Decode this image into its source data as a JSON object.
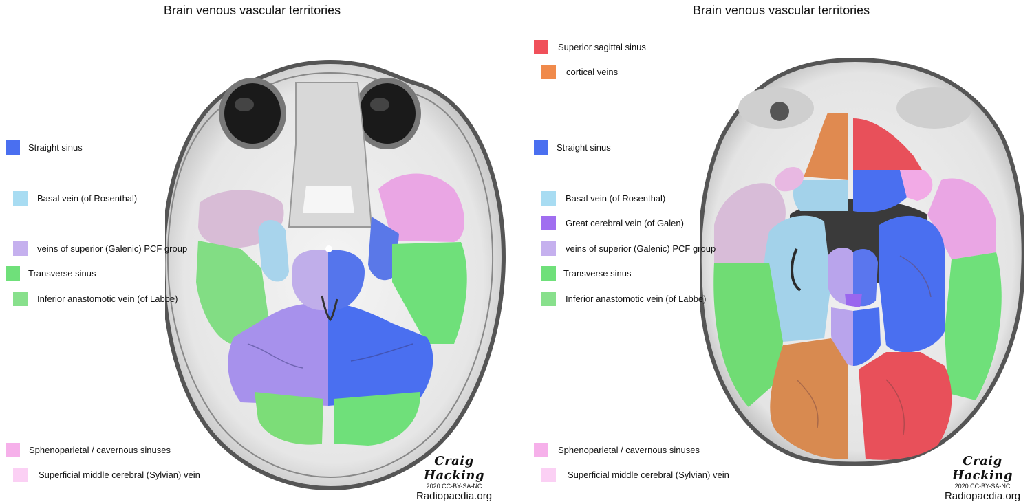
{
  "colors": {
    "superior_sagittal": "#f0505a",
    "cortical": "#f08a4b",
    "straight": "#4a6ff0",
    "basal": "#a8dcf2",
    "galen": "#a06ef0",
    "galenic_pcf": "#c5b0ee",
    "transverse": "#6fe07a",
    "labbe": "#88e08c",
    "sphenoparietal": "#f6b0ea",
    "sylvian": "#fbd0f4"
  },
  "left_panel": {
    "title": "Brain venous vascular territories",
    "legend": [
      {
        "label": "Straight sinus",
        "color": "#4a6ff0",
        "icon": "straight-sinus-swatch"
      },
      {
        "label": "Basal vein (of Rosenthal)",
        "color": "#a8dcf2",
        "icon": "basal-vein-swatch"
      },
      {
        "label": "veins of superior (Galenic) PCF group",
        "color": "#c5b0ee",
        "icon": "galenic-pcf-swatch"
      },
      {
        "label": "Transverse sinus",
        "color": "#6fe07a",
        "icon": "transverse-sinus-swatch"
      },
      {
        "label": "Inferior anastomotic vein (of Labbe)",
        "color": "#88e08c",
        "icon": "labbe-swatch"
      },
      {
        "label": "Sphenoparietal / cavernous sinuses",
        "color": "#f6b0ea",
        "icon": "sphenoparietal-swatch"
      },
      {
        "label": "Superficial middle cerebral (Sylvian) vein",
        "color": "#fbd0f4",
        "icon": "sylvian-swatch"
      }
    ],
    "credit": {
      "author": "Craig Hacking",
      "license": "2020 CC-BY-SA-NC",
      "site": "Radiopaedia.org"
    }
  },
  "right_panel": {
    "title": "Brain venous vascular territories",
    "legend": [
      {
        "label": "Superior sagittal sinus",
        "color": "#f0505a",
        "icon": "superior-sagittal-swatch"
      },
      {
        "label": "cortical veins",
        "color": "#f08a4b",
        "icon": "cortical-veins-swatch"
      },
      {
        "label": "Straight sinus",
        "color": "#4a6ff0",
        "icon": "straight-sinus-swatch"
      },
      {
        "label": "Basal vein (of Rosenthal)",
        "color": "#a8dcf2",
        "icon": "basal-vein-swatch"
      },
      {
        "label": "Great cerebral vein (of Galen)",
        "color": "#a06ef0",
        "icon": "galen-swatch"
      },
      {
        "label": "veins of superior (Galenic) PCF group",
        "color": "#c5b0ee",
        "icon": "galenic-pcf-swatch"
      },
      {
        "label": "Transverse sinus",
        "color": "#6fe07a",
        "icon": "transverse-sinus-swatch"
      },
      {
        "label": "Inferior anastomotic vein (of Labbe)",
        "color": "#88e08c",
        "icon": "labbe-swatch"
      },
      {
        "label": "Sphenoparietal / cavernous sinuses",
        "color": "#f6b0ea",
        "icon": "sphenoparietal-swatch"
      },
      {
        "label": "Superficial middle cerebral (Sylvian) vein",
        "color": "#fbd0f4",
        "icon": "sylvian-swatch"
      }
    ],
    "credit": {
      "author": "Craig Hacking",
      "license": "2020 CC-BY-SA-NC",
      "site": "Radiopaedia.org"
    }
  }
}
